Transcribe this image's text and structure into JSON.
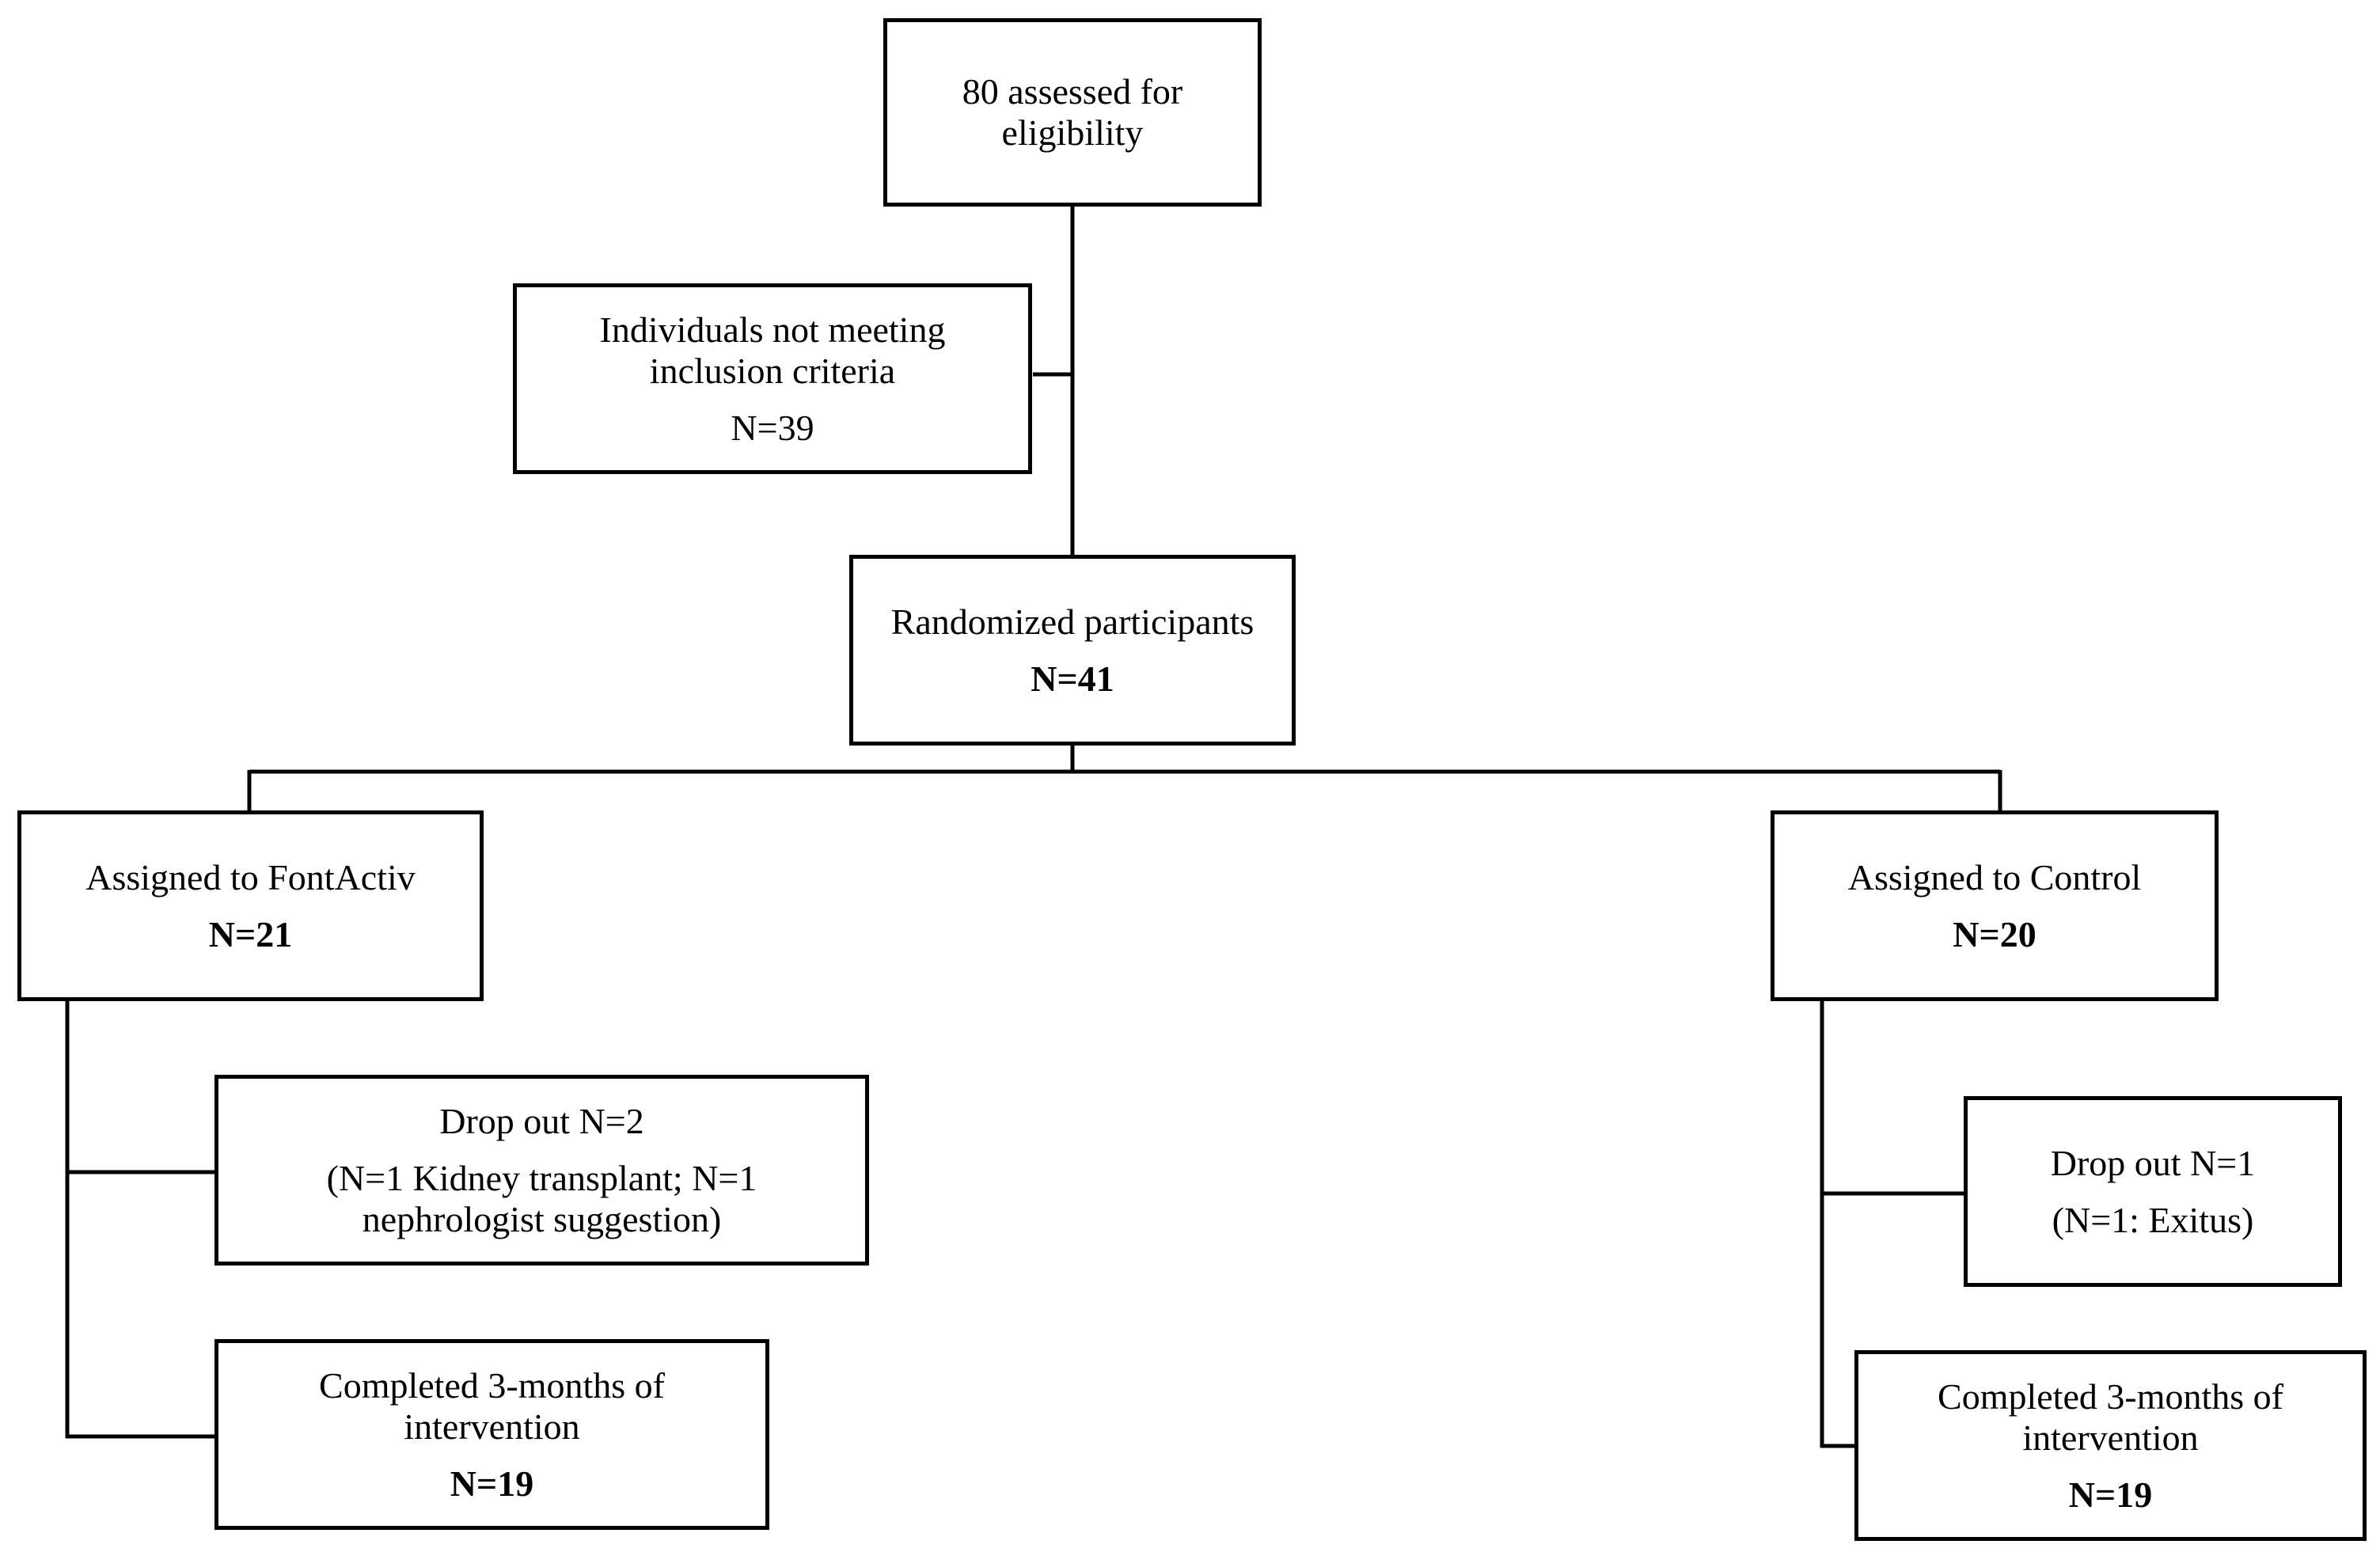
{
  "flowchart": {
    "assessed": {
      "line1": "80 assessed for",
      "line2": "eligibility"
    },
    "excluded": {
      "line1": "Individuals not meeting",
      "line2": "inclusion criteria",
      "count": "N=39"
    },
    "randomized": {
      "label": "Randomized participants",
      "count": "N=41"
    },
    "fontactiv": {
      "assigned": {
        "label": "Assigned to FontActiv",
        "count": "N=21"
      },
      "dropout": {
        "title": "Drop out N=2",
        "line1": "(N=1 Kidney transplant; N=1",
        "line2": "nephrologist suggestion)"
      },
      "completed": {
        "line1": "Completed 3-months of",
        "line2": "intervention",
        "count": "N=19"
      }
    },
    "control": {
      "assigned": {
        "label": "Assigned to Control",
        "count": "N=20"
      },
      "dropout": {
        "title": "Drop out N=1",
        "line1": "(N=1: Exitus)"
      },
      "completed": {
        "line1": "Completed 3-months of",
        "line2": "intervention",
        "count": "N=19"
      }
    }
  },
  "colors": {
    "stroke": "#000000",
    "background": "#ffffff"
  }
}
